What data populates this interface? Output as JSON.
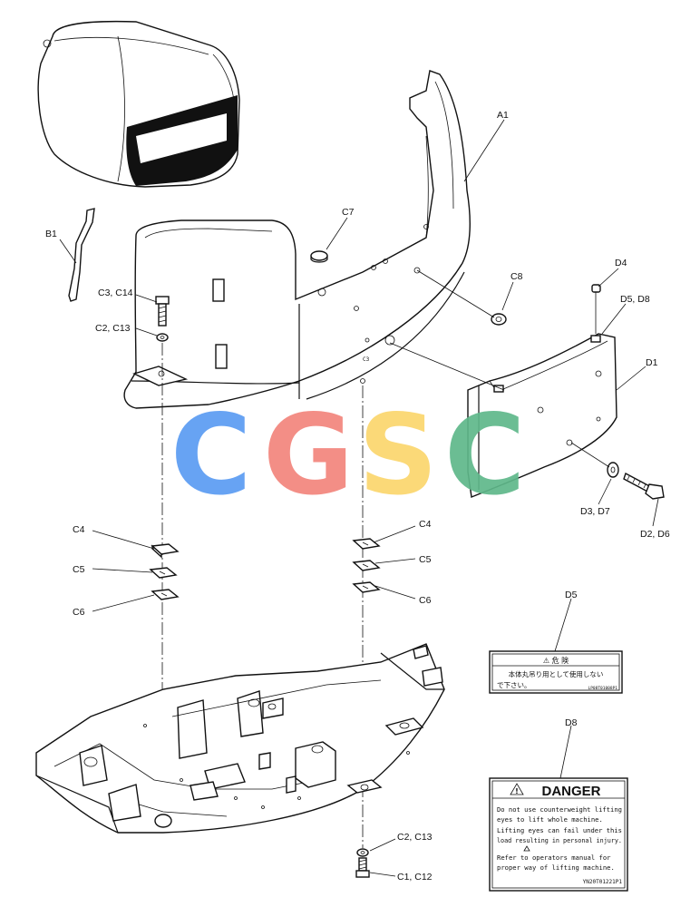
{
  "labels": {
    "a1": "A1",
    "b1": "B1",
    "c7": "C7",
    "c8": "C8",
    "c3c14": "C3, C14",
    "c2c13_top": "C2, C13",
    "d4": "D4",
    "d5d8": "D5, D8",
    "d1": "D1",
    "d3d7": "D3, D7",
    "d2d6": "D2, D6",
    "c4_left": "C4",
    "c5_left": "C5",
    "c6_left": "C6",
    "c4_right": "C4",
    "c5_right": "C5",
    "c6_right": "C6",
    "d5_title": "D5",
    "d8_title": "D8",
    "c2c13_bottom": "C2, C13",
    "c1c12": "C1, C12"
  },
  "watermark": {
    "letters": [
      "C",
      "G",
      "S",
      "C"
    ],
    "colors": [
      "#5b9cf3",
      "#f2857c",
      "#fbd66d",
      "#5fb88a"
    ]
  },
  "decal_d5": {
    "header": "⚠ 危 険",
    "line1": "本体丸吊り用として使用しない",
    "line2": "で下さい。",
    "code": "LP08T01008P1"
  },
  "decal_d8": {
    "header": "DANGER",
    "lines": [
      "Do not use counterweight lifting",
      "eyes to lift whole machine.",
      "Lifting eyes can fail under this",
      "load resulting in personal injury.",
      "Refer to operators manual for",
      "proper way of lifting machine."
    ],
    "code": "YN20T01221P1"
  }
}
